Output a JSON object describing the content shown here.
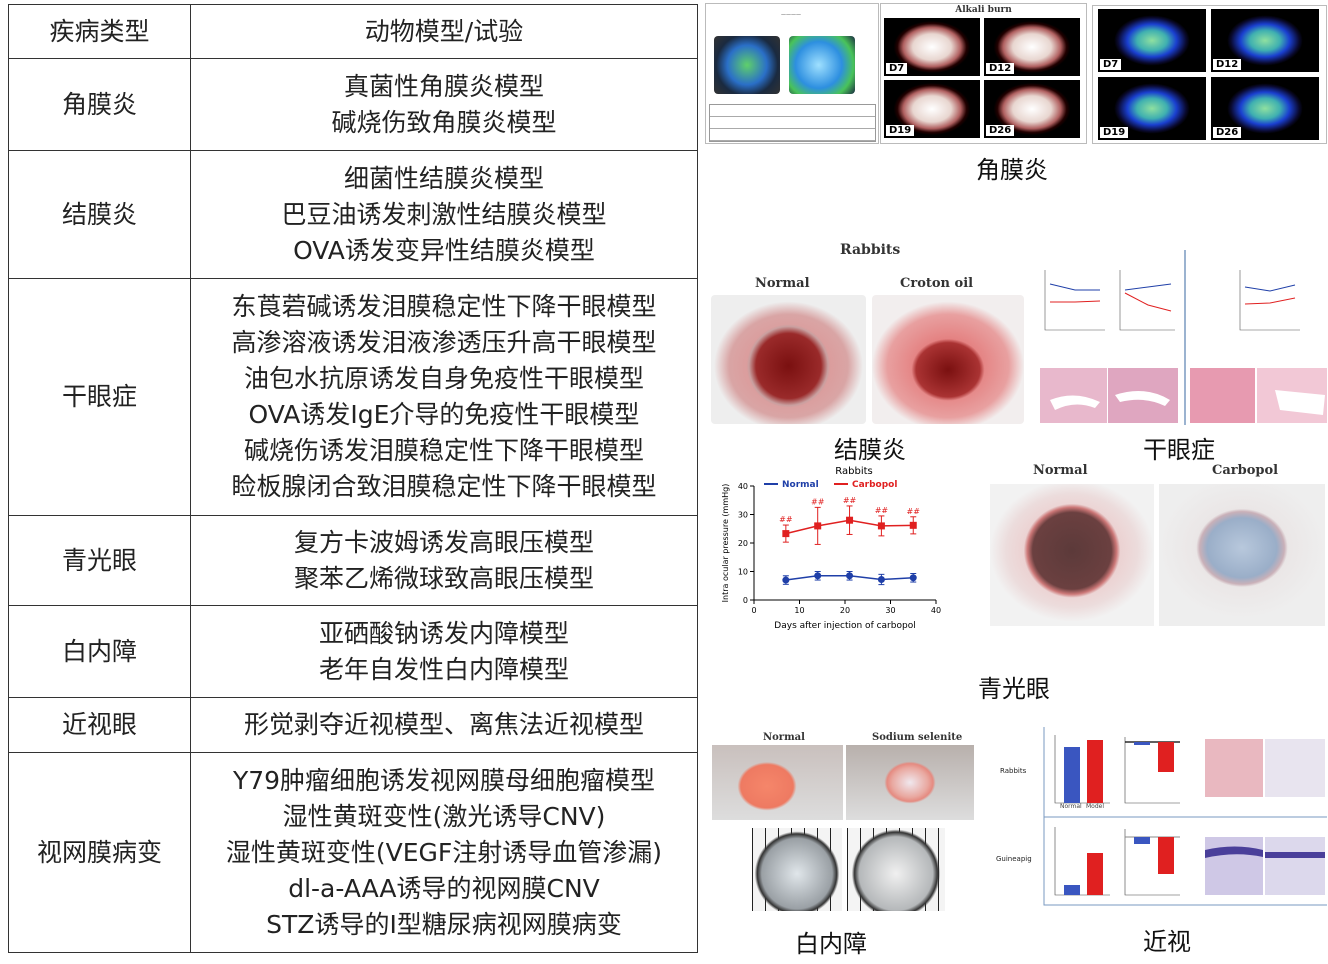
{
  "table": {
    "headers": [
      "疾病类型",
      "动物模型/试验"
    ],
    "rows": [
      {
        "disease": "角膜炎",
        "models": [
          "真菌性角膜炎模型",
          "碱烧伤致角膜炎模型"
        ]
      },
      {
        "disease": "结膜炎",
        "models": [
          "细菌性结膜炎模型",
          "巴豆油诱发刺激性结膜炎模型",
          "OVA诱发变异性结膜炎模型"
        ]
      },
      {
        "disease": "干眼症",
        "models": [
          "东莨菪碱诱发泪膜稳定性下降干眼模型",
          "高渗溶液诱发泪液渗透压升高干眼模型",
          "油包水抗原诱发自身免疫性干眼模型",
          "OVA诱发IgE介导的免疫性干眼模型",
          "碱烧伤诱发泪膜稳定性下降干眼模型",
          "睑板腺闭合致泪膜稳定性下降干眼模型"
        ]
      },
      {
        "disease": "青光眼",
        "models": [
          "复方卡波姆诱发高眼压模型",
          "聚苯乙烯微球致高眼压模型"
        ]
      },
      {
        "disease": "白内障",
        "models": [
          "亚硒酸钠诱发内障模型",
          "老年自发性白内障模型"
        ]
      },
      {
        "disease": "近视眼",
        "models": [
          "形觉剥夺近视模型、离焦法近视模型"
        ]
      },
      {
        "disease": "视网膜病变",
        "models": [
          "Y79肿瘤细胞诱发视网膜母细胞瘤模型",
          "湿性黄斑变性(激光诱导CNV)",
          "湿性黄斑变性(VEGF注射诱导血管渗漏)",
          "dl-a-AAA诱导的视网膜CNV",
          "STZ诱导的I型糖尿病视网膜病变"
        ]
      }
    ]
  },
  "figures": {
    "keratitis": {
      "caption": "角膜炎",
      "alkali_title": "Alkali burn",
      "days": [
        "D7",
        "D12",
        "D19",
        "D26"
      ]
    },
    "conjunctivitis": {
      "caption": "结膜炎",
      "species": "Rabbits",
      "normal": "Normal",
      "model": "Croton oil"
    },
    "dry_eye": {
      "caption": "干眼症"
    },
    "glaucoma": {
      "caption": "青光眼",
      "normal": "Normal",
      "model": "Carbopol"
    },
    "cataract": {
      "caption": "白内障",
      "normal": "Normal",
      "model": "Sodium selenite"
    },
    "myopia": {
      "caption": "近视",
      "row1": "Rabbits",
      "row2": "Guineapig",
      "normal": "Normal",
      "model": "Model"
    }
  },
  "colors": {
    "normal": "#1f3fa8",
    "model": "#e02020"
  },
  "chart_data": {
    "type": "line",
    "title": "Rabbits",
    "xlabel": "Days after injection of carbopol",
    "ylabel": "Intra ocular pressure (mmHg)",
    "xlim": [
      0,
      40
    ],
    "ylim": [
      0,
      40
    ],
    "xticks": [
      0,
      10,
      20,
      30,
      40
    ],
    "yticks": [
      0,
      10,
      20,
      30,
      40
    ],
    "legend": "top",
    "x": [
      7,
      14,
      21,
      28,
      35
    ],
    "series": [
      {
        "name": "Normal",
        "color": "#1f3fa8",
        "values": [
          7,
          8.5,
          8.5,
          7.2,
          7.8
        ],
        "errors": [
          1.5,
          1.5,
          1.5,
          1.8,
          1.5
        ]
      },
      {
        "name": "Carbopol",
        "color": "#e02020",
        "values": [
          23.3,
          26,
          28,
          26,
          26.2
        ],
        "errors": [
          3,
          6.5,
          5,
          3.5,
          3
        ],
        "annotation": "##"
      }
    ]
  }
}
